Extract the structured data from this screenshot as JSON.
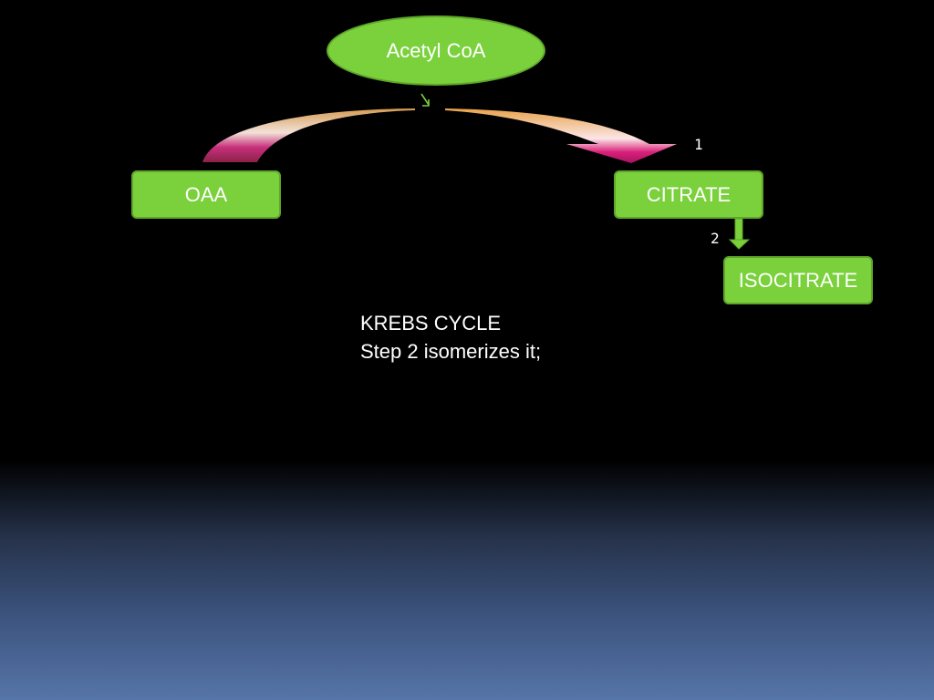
{
  "nodes": {
    "acetyl_coa": "Acetyl CoA",
    "oaa": "OAA",
    "citrate": "CITRATE",
    "isocitrate": "ISOCITRATE"
  },
  "steps": {
    "step1": "1",
    "step2": "2"
  },
  "caption": {
    "title": "KREBS CYCLE",
    "text": "Step 2 isomerizes it;"
  },
  "colors": {
    "node_fill": "#7ad13b",
    "node_border": "#5ea52a",
    "arrow_orange": "#e8a24a",
    "arrow_magenta": "#c0186a"
  }
}
